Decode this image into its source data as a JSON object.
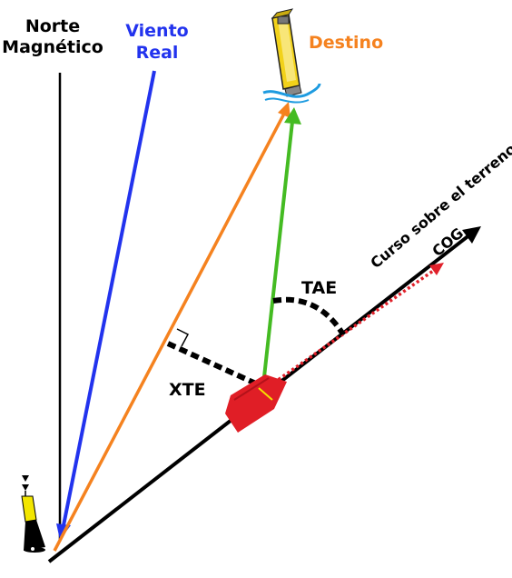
{
  "labels": {
    "north_line1": "Norte",
    "north_line2": "Magnético",
    "wind_line1": "Viento",
    "wind_line2": "Real",
    "destination": "Destino",
    "cog_line1": "Curso sobre el terreno",
    "cog_line2": "COG",
    "tae": "TAE",
    "xte": "XTE"
  },
  "colors": {
    "north": "#000000",
    "wind": "#2233ee",
    "destination": "#f5821f",
    "heading": "#44bb22",
    "cog": "#000000",
    "cog_actual": "#e0202a",
    "boat": "#e01e26",
    "buoy": "#f2e600",
    "marker_flag": "#f2d21a"
  },
  "icons": {
    "destination_marker": "flag-buoy-icon",
    "start_marker": "cardinal-buoy-icon",
    "vessel": "boat-icon"
  }
}
